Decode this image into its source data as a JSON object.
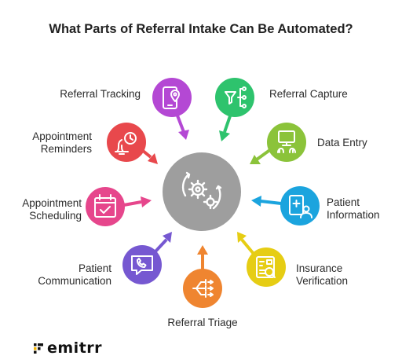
{
  "title": "What Parts of Referral Intake Can Be Automated?",
  "nodes": [
    {
      "label": "Referral Tracking",
      "color": "#b448d4",
      "icon": "smartphone-location-icon"
    },
    {
      "label": "Referral Capture",
      "color": "#2ec36d",
      "icon": "funnel-network-icon"
    },
    {
      "label": "Data Entry",
      "color": "#8bc33a",
      "icon": "computer-typing-icon"
    },
    {
      "label": "Patient Information",
      "color": "#1ba4de",
      "icon": "patient-card-icon"
    },
    {
      "label": "Insurance Verification",
      "color": "#e6cd14",
      "icon": "insurance-document-icon"
    },
    {
      "label": "Referral Triage",
      "color": "#ef8530",
      "icon": "triage-flow-icon"
    },
    {
      "label": "Patient Communication",
      "color": "#7658d1",
      "icon": "phone-chat-icon"
    },
    {
      "label": "Appointment Scheduling",
      "color": "#e6468c",
      "icon": "calendar-check-icon"
    },
    {
      "label": "Appointment Reminders",
      "color": "#e8484c",
      "icon": "bell-clock-icon"
    }
  ],
  "center": {
    "icon": "gears-cycle-icon",
    "color": "#9e9e9e"
  },
  "brand": {
    "name": "emitrr"
  }
}
